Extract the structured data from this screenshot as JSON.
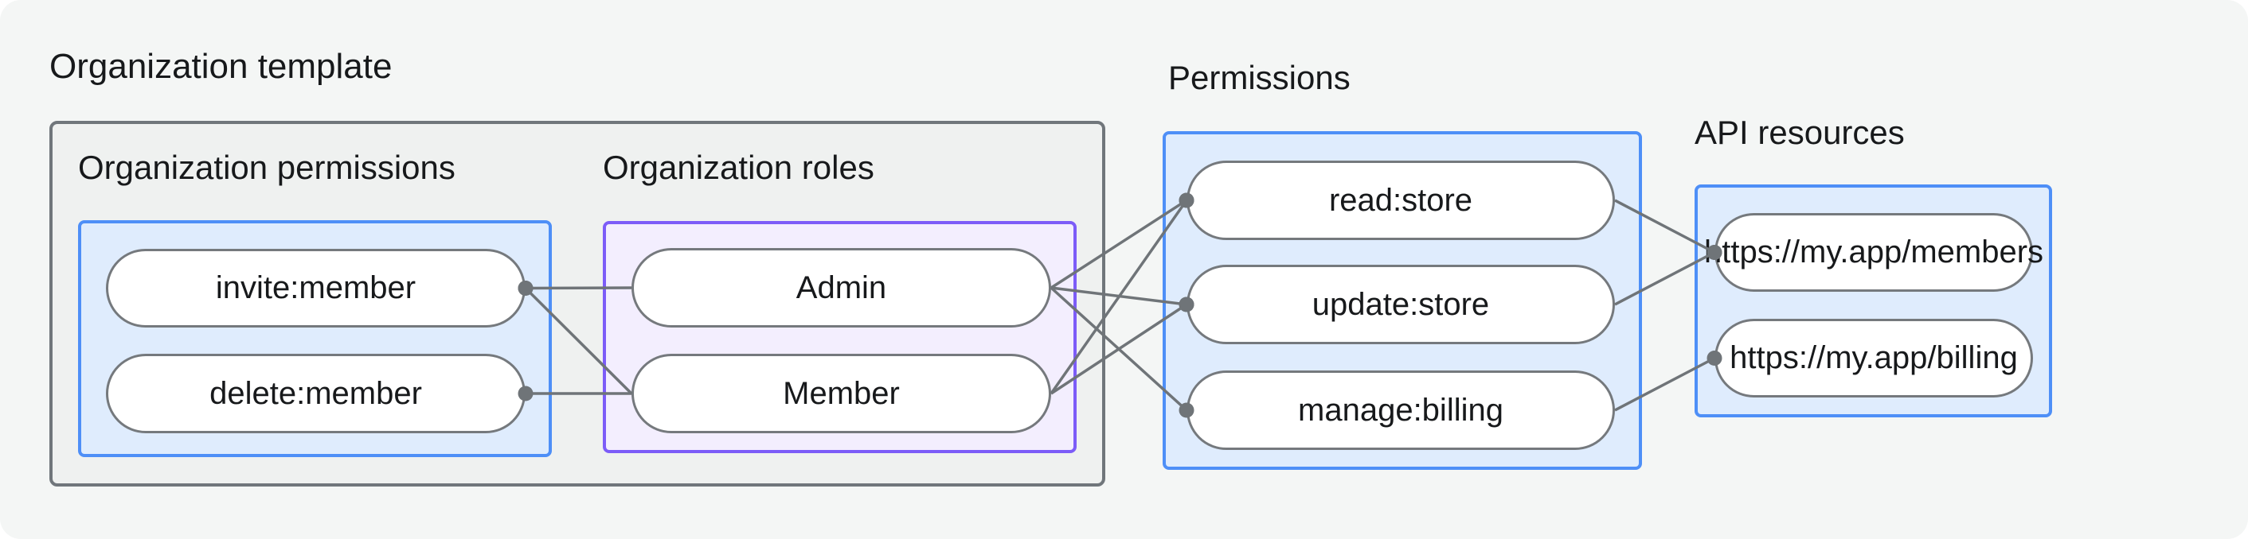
{
  "title": "Organization template",
  "sections": {
    "org_permissions": {
      "label": "Organization permissions",
      "items": [
        "invite:member",
        "delete:member"
      ]
    },
    "org_roles": {
      "label": "Organization roles",
      "items": [
        "Admin",
        "Member"
      ]
    },
    "permissions": {
      "label": "Permissions",
      "items": [
        "read:store",
        "update:store",
        "manage:billing"
      ]
    },
    "api_resources": {
      "label": "API resources",
      "items": [
        "https://my.app/members",
        "https://my.app/billing"
      ]
    }
  },
  "edges": [
    {
      "from": "pill-invite-member",
      "to": "pill-admin",
      "dot": "from"
    },
    {
      "from": "pill-invite-member",
      "to": "pill-member",
      "dot": "from"
    },
    {
      "from": "pill-delete-member",
      "to": "pill-member",
      "dot": "from"
    },
    {
      "from": "pill-admin",
      "to": "pill-read-store",
      "dot": "to"
    },
    {
      "from": "pill-admin",
      "to": "pill-update-store",
      "dot": "to"
    },
    {
      "from": "pill-admin",
      "to": "pill-manage-billing",
      "dot": "to"
    },
    {
      "from": "pill-member",
      "to": "pill-read-store",
      "dot": "to"
    },
    {
      "from": "pill-member",
      "to": "pill-update-store",
      "dot": "to"
    },
    {
      "from": "pill-read-store",
      "to": "pill-members-api",
      "dot": "to"
    },
    {
      "from": "pill-update-store",
      "to": "pill-members-api",
      "dot": "to"
    },
    {
      "from": "pill-manage-billing",
      "to": "pill-billing-api",
      "dot": "to"
    }
  ],
  "colors": {
    "background": "#f4f6f5",
    "template_box_fill": "#eff1f0",
    "template_box_border": "#70767b",
    "blue_box_fill": "#dfecfd",
    "blue_box_border": "#4e8ff7",
    "purple_box_fill": "#f3eefe",
    "purple_box_border": "#7c5cf8",
    "pill_fill": "#ffffff",
    "pill_border": "#75797d",
    "edge": "#6f7478",
    "text": "#17191b"
  }
}
